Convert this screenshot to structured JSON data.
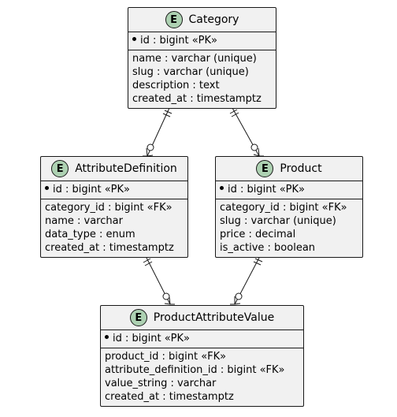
{
  "entities": {
    "category": {
      "badge": "E",
      "name": "Category",
      "pk": "id : bigint «PK»",
      "attributes": [
        "name : varchar (unique)",
        "slug : varchar (unique)",
        "description : text",
        "created_at : timestamptz"
      ]
    },
    "attribute_definition": {
      "badge": "E",
      "name": "AttributeDefinition",
      "pk": "id : bigint «PK»",
      "attributes": [
        "category_id : bigint «FK»",
        "name : varchar",
        "data_type : enum",
        "created_at : timestamptz"
      ]
    },
    "product": {
      "badge": "E",
      "name": "Product",
      "pk": "id : bigint «PK»",
      "attributes": [
        "category_id : bigint «FK»",
        "slug : varchar (unique)",
        "price : decimal",
        "is_active : boolean"
      ]
    },
    "product_attribute_value": {
      "badge": "E",
      "name": "ProductAttributeValue",
      "pk": "id : bigint «PK»",
      "attributes": [
        "product_id : bigint «FK»",
        "attribute_definition_id : bigint «FK»",
        "value_string : varchar",
        "created_at : timestamptz"
      ]
    }
  },
  "relationships": [
    {
      "from": "Category",
      "to": "AttributeDefinition",
      "from_cardinality": "exactly-one",
      "to_cardinality": "zero-or-many"
    },
    {
      "from": "Category",
      "to": "Product",
      "from_cardinality": "exactly-one",
      "to_cardinality": "zero-or-many"
    },
    {
      "from": "AttributeDefinition",
      "to": "ProductAttributeValue",
      "from_cardinality": "exactly-one",
      "to_cardinality": "zero-or-many"
    },
    {
      "from": "Product",
      "to": "ProductAttributeValue",
      "from_cardinality": "exactly-one",
      "to_cardinality": "zero-or-many"
    }
  ],
  "colors": {
    "entity_fill": "#f1f1f1",
    "entity_border": "#181818",
    "badge_fill": "#add1b2",
    "line": "#181818"
  }
}
